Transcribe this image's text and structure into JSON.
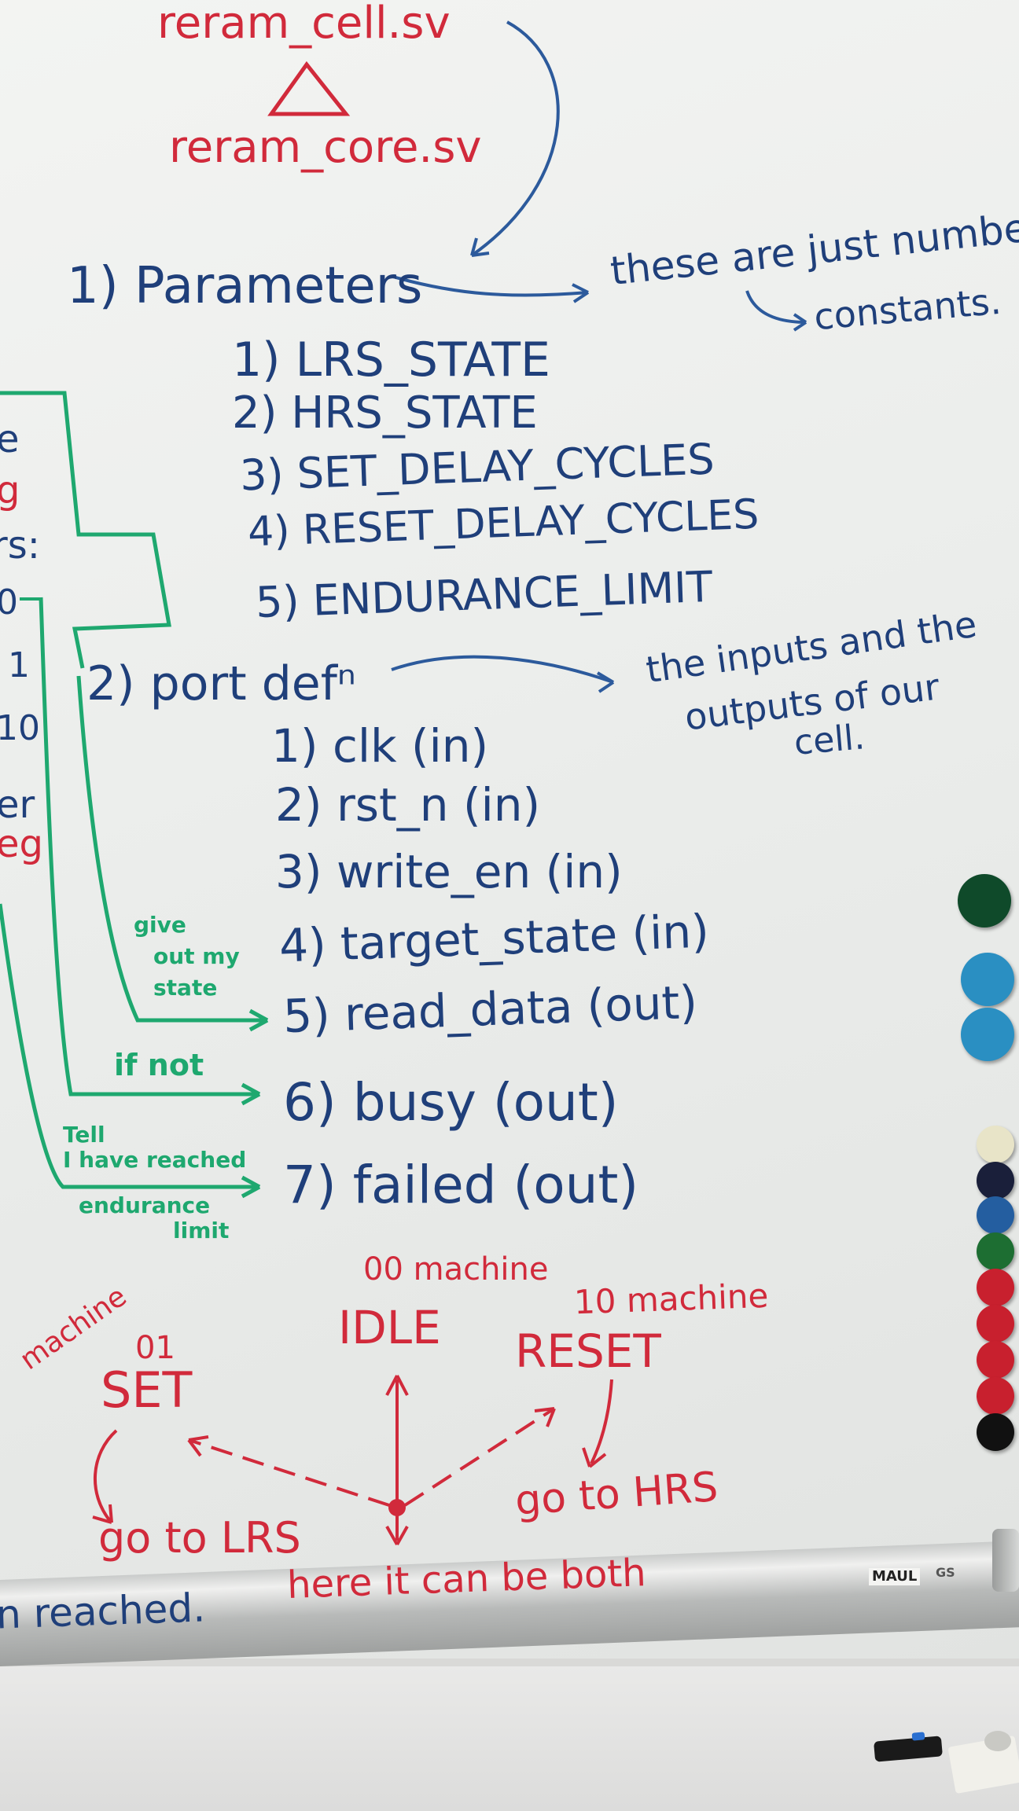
{
  "files": {
    "cell": "reram_cell.sv",
    "core": "reram_core.sv"
  },
  "parameters": {
    "heading": "1) Parameters",
    "note": "these are just numbers",
    "note_sub": "constants.",
    "items": [
      "1) LRS_STATE",
      "2) HRS_STATE",
      "3) SET_DELAY_CYCLES",
      "4) RESET_DELAY_CYCLES",
      "5) ENDURANCE_LIMIT"
    ]
  },
  "port_def": {
    "heading": "2) port defⁿ",
    "note_line1": "the inputs and the",
    "note_line2": "outputs of our",
    "note_line3": "cell.",
    "items": [
      "1) clk (in)",
      "2) rst_n (in)",
      "3) write_en (in)",
      "4) target_state (in)",
      "5) read_data (out)",
      "6) busy (out)",
      "7) failed (out)"
    ]
  },
  "side_notes": {
    "give_1": "give",
    "give_2": "out my",
    "give_3": "state",
    "if_not": "if not",
    "tell_1": "Tell",
    "tell_2": "I have reached",
    "tell_3": "endurance",
    "tell_4": "limit"
  },
  "left_fragments": [
    "e",
    "g",
    "rs:",
    "0",
    "1",
    "10",
    "er",
    "eg",
    "n reached."
  ],
  "state_machine": {
    "idle_label": "00 machine",
    "idle": "IDLE",
    "reset_label": "10 machine",
    "reset": "RESET",
    "set_label_1": "01",
    "set_label_2": "machine",
    "set": "SET",
    "go_lrs": "go to LRS",
    "go_hrs": "go to HRS",
    "both": "here it can be both"
  },
  "brand": {
    "logo": "MAUL",
    "mark": "GS"
  },
  "colors": {
    "marker_blue": "#1f3f7a",
    "marker_red": "#d12a3b",
    "marker_green": "#1ea86f"
  }
}
